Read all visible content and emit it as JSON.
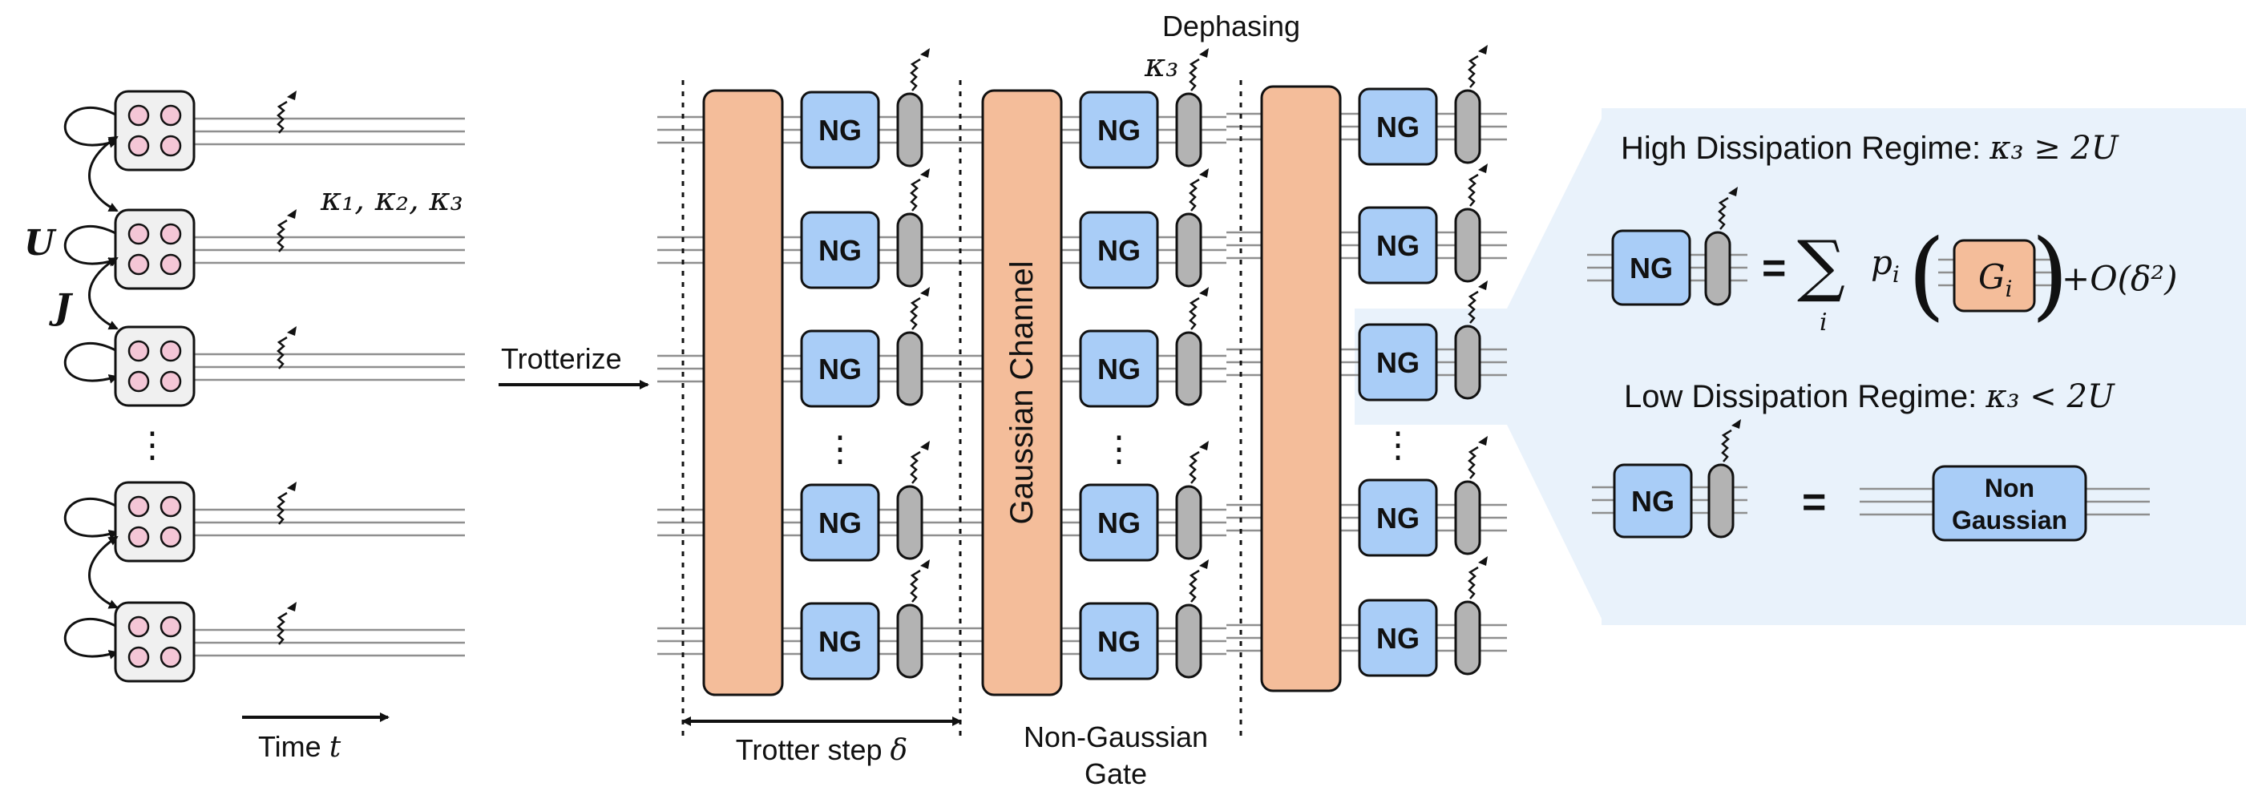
{
  "left": {
    "coupling_U": "U",
    "coupling_J": "J",
    "rates": "κ₁, κ₂, κ₃",
    "time_label": "Time",
    "time_var": "t",
    "vdots": "⋮"
  },
  "trotterize": "Trotterize",
  "middle": {
    "ng": "NG",
    "gaussian_channel": "Gaussian Channel",
    "dephasing": "Dephasing",
    "dephasing_rate": "κ₃",
    "trotter_step": "Trotter step",
    "trotter_var": "δ",
    "non_gaussian_gate_line1": "Non-Gaussian",
    "non_gaussian_gate_line2": "Gate",
    "vdots": "⋮"
  },
  "panel": {
    "high_title": "High Dissipation Regime:",
    "high_cond": "κ₃ ≥ 2U",
    "ng": "NG",
    "equals": "=",
    "sum": "∑",
    "sum_index": "i",
    "p": "p",
    "p_sub": "i",
    "gate": "G",
    "gate_sub": "i",
    "remainder": "+O(δ²)",
    "low_title": "Low Dissipation Regime:",
    "low_cond": "κ₃ < 2U",
    "non_gaussian_line1": "Non",
    "non_gaussian_line2": "Gaussian"
  },
  "colors": {
    "ng_fill": "#a9cdf7",
    "gaussian_fill": "#f4bd9a",
    "dissipator_fill": "#b3b3b3",
    "panel_fill": "#e9f2fb",
    "site_fill": "#f0f0f0",
    "dot_fill": "#f4c6d6",
    "line": "#8f8f8f"
  }
}
